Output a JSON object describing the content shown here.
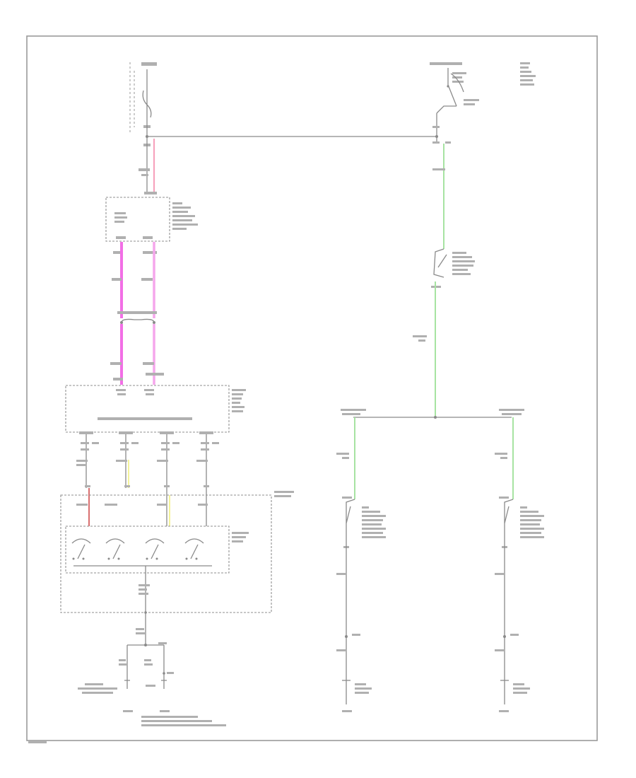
{
  "diagram": {
    "title": "",
    "footer_code": "",
    "colors": {
      "power_feed": "#f7a3bd",
      "data_lines": "#f26ee6",
      "signal_ground": "#a7e3a2",
      "switch_feed": "#f4f39a",
      "sensor_feed": "#d96f6f",
      "wire": "#8a8a8a"
    },
    "components": [
      "fuse",
      "ignition-switch",
      "body-control-module",
      "splice-connector",
      "transmission-control-module",
      "range-selector-switch",
      "brake-switch",
      "left-brake-lamp",
      "right-brake-lamp",
      "ground-points"
    ]
  }
}
